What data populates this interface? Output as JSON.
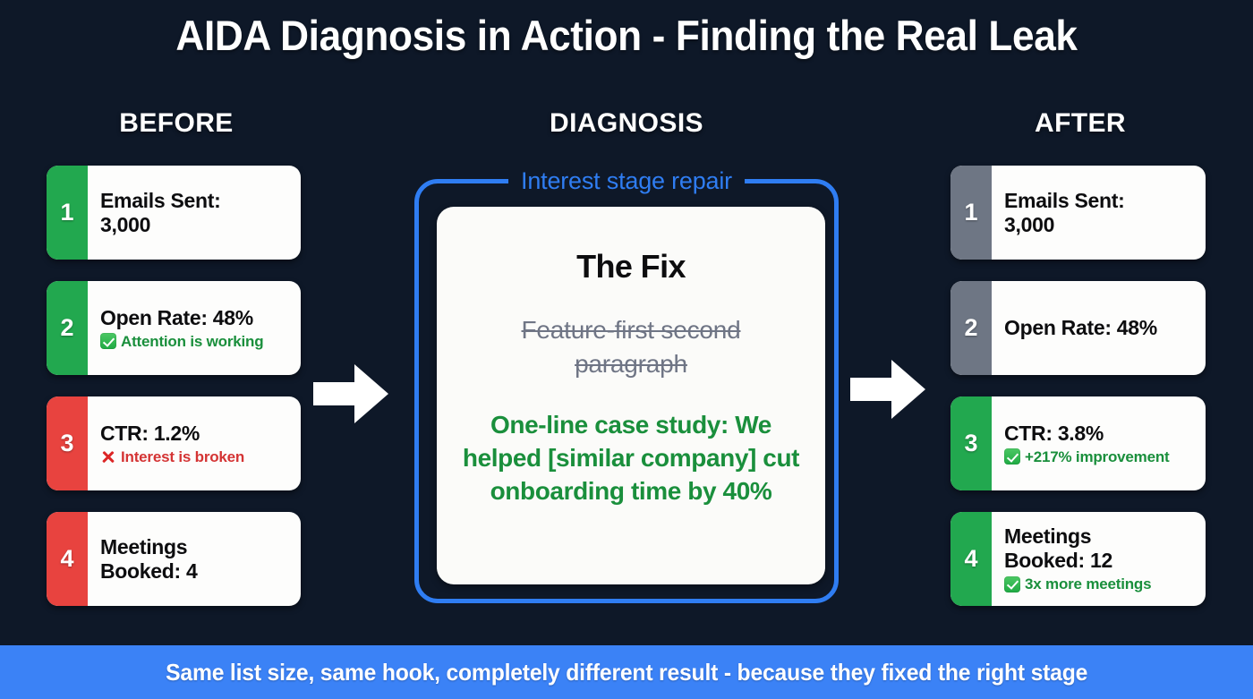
{
  "title": "AIDA Diagnosis in Action - Finding the Real Leak",
  "colors": {
    "background": "#0e1828",
    "accent_blue": "#3b82f6",
    "frame_blue": "#2f7df2",
    "green": "#22a84f",
    "red": "#e8433f",
    "gray": "#6e7684",
    "card_white": "#fdfdfc",
    "good_text": "#1a8f3c",
    "bad_text": "#d43434",
    "strike_text": "#6f7585"
  },
  "columns": {
    "before": {
      "heading": "BEFORE",
      "cards": [
        {
          "number": "1",
          "metric": "Emails Sent:\n3,000",
          "bar_color": "#22a84f",
          "note": null,
          "note_kind": null
        },
        {
          "number": "2",
          "metric": "Open Rate: 48%",
          "bar_color": "#22a84f",
          "note": "Attention is working",
          "note_kind": "good"
        },
        {
          "number": "3",
          "metric": "CTR: 1.2%",
          "bar_color": "#e8433f",
          "note": "Interest is broken",
          "note_kind": "bad"
        },
        {
          "number": "4",
          "metric": "Meetings\nBooked: 4",
          "bar_color": "#e8433f",
          "note": null,
          "note_kind": null
        }
      ]
    },
    "diagnosis": {
      "heading": "DIAGNOSIS",
      "legend": "Interest stage repair",
      "fix_title": "The Fix",
      "struck_text": "Feature-first second paragraph",
      "case_study": "One-line case study: We helped [similar company] cut onboarding time by 40%"
    },
    "after": {
      "heading": "AFTER",
      "cards": [
        {
          "number": "1",
          "metric": "Emails Sent:\n3,000",
          "bar_color": "#6e7684",
          "note": null,
          "note_kind": null
        },
        {
          "number": "2",
          "metric": "Open Rate: 48%",
          "bar_color": "#6e7684",
          "note": null,
          "note_kind": null
        },
        {
          "number": "3",
          "metric": "CTR: 3.8%",
          "bar_color": "#22a84f",
          "note": "+217% improvement",
          "note_kind": "good"
        },
        {
          "number": "4",
          "metric": "Meetings\nBooked: 12",
          "bar_color": "#22a84f",
          "note": "3x more meetings",
          "note_kind": "good"
        }
      ]
    }
  },
  "arrows": [
    {
      "name": "arrow-before-to-diagnosis",
      "direction": "right"
    },
    {
      "name": "arrow-diagnosis-to-after",
      "direction": "right"
    }
  ],
  "footer": {
    "text": "Same list size, same hook, completely different result - because they fixed the right stage"
  }
}
